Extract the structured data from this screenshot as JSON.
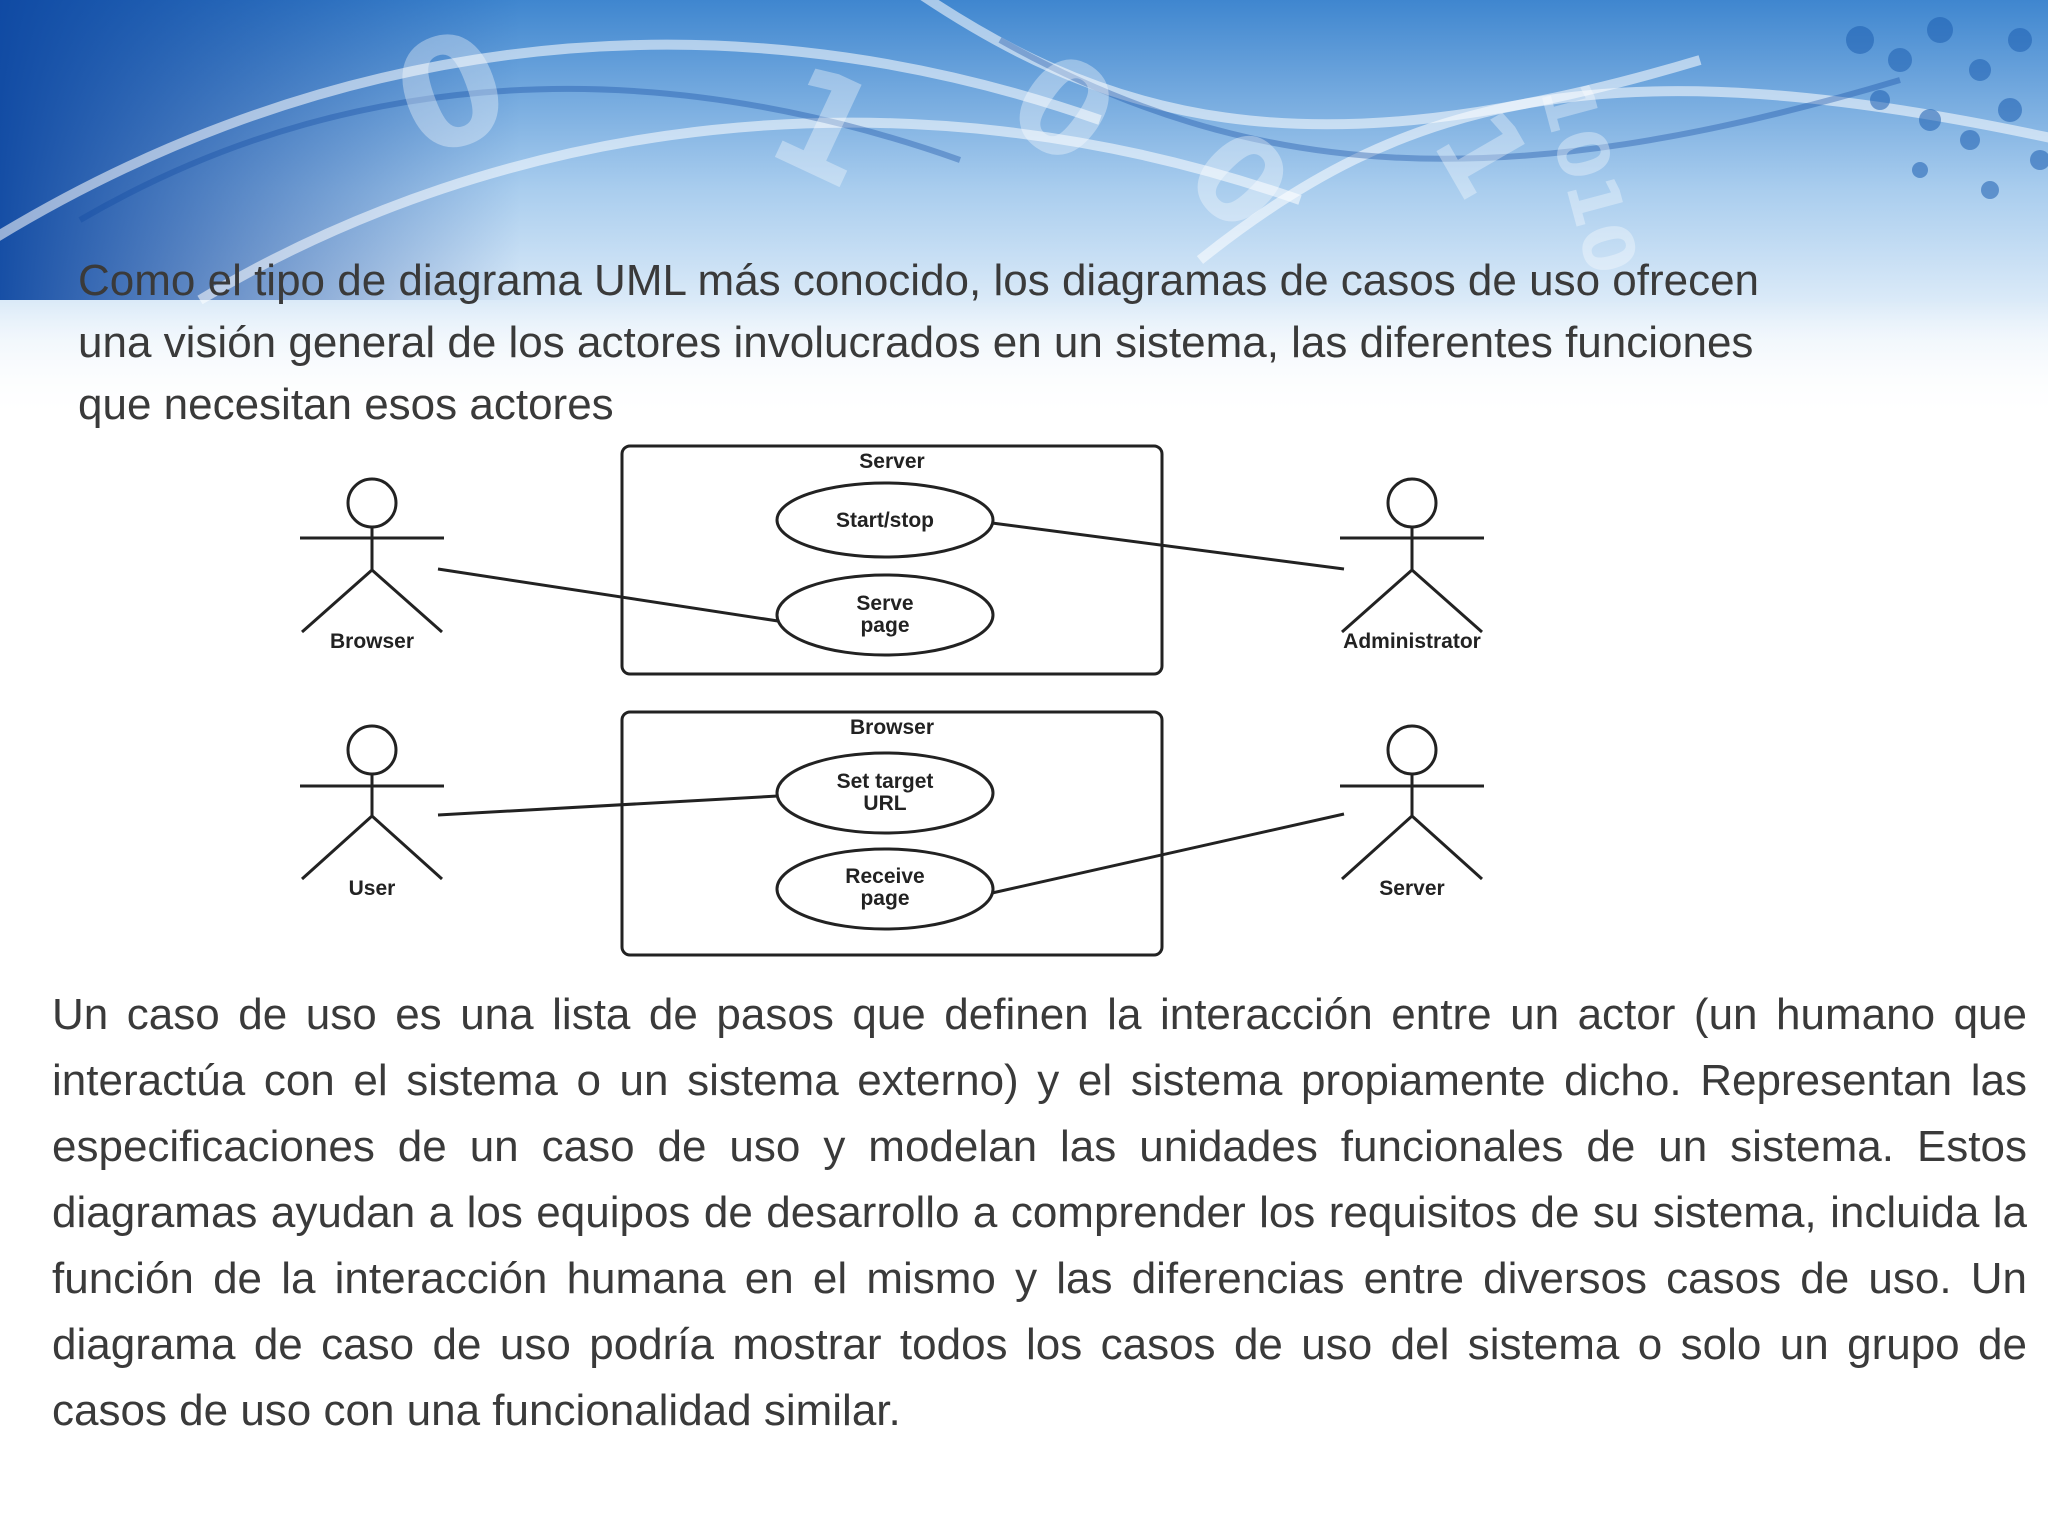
{
  "intro": {
    "lines": [
      "Como el tipo de diagrama UML más conocido, los diagramas de casos de uso ofrecen",
      "una visión general de los actores involucrados en un sistema, las diferentes funciones",
      "que necesitan esos actores"
    ]
  },
  "diagram": {
    "systems": [
      {
        "title": "Server",
        "use_cases": [
          {
            "lines": [
              "Start/stop"
            ]
          },
          {
            "lines": [
              "Serve",
              "page"
            ]
          }
        ],
        "actors": [
          "Browser",
          "Administrator"
        ]
      },
      {
        "title": "Browser",
        "use_cases": [
          {
            "lines": [
              "Set target",
              "URL"
            ]
          },
          {
            "lines": [
              "Receive",
              "page"
            ]
          }
        ],
        "actors": [
          "User",
          "Server"
        ]
      }
    ]
  },
  "body": {
    "paragraph": "Un caso de uso es una lista de pasos que definen la interacción entre un actor (un humano que interactúa con el sistema o un sistema externo) y el sistema propiamente dicho. Representan las especificaciones de un caso de uso y modelan las unidades funcionales de un sistema. Estos diagramas ayudan a los equipos de desarrollo a comprender los requisitos de su sistema, incluida la función de la interacción humana en el mismo y las diferencias entre diversos casos de uso. Un diagrama de caso de uso podría mostrar todos los casos de uso del sistema o solo un grupo de casos de uso con una funcionalidad similar."
  },
  "colors": {
    "text": "#3a3a3a",
    "banner_dark": "#1a5fb4",
    "banner_light": "#cfe3f5",
    "diagram_stroke": "#222222"
  }
}
